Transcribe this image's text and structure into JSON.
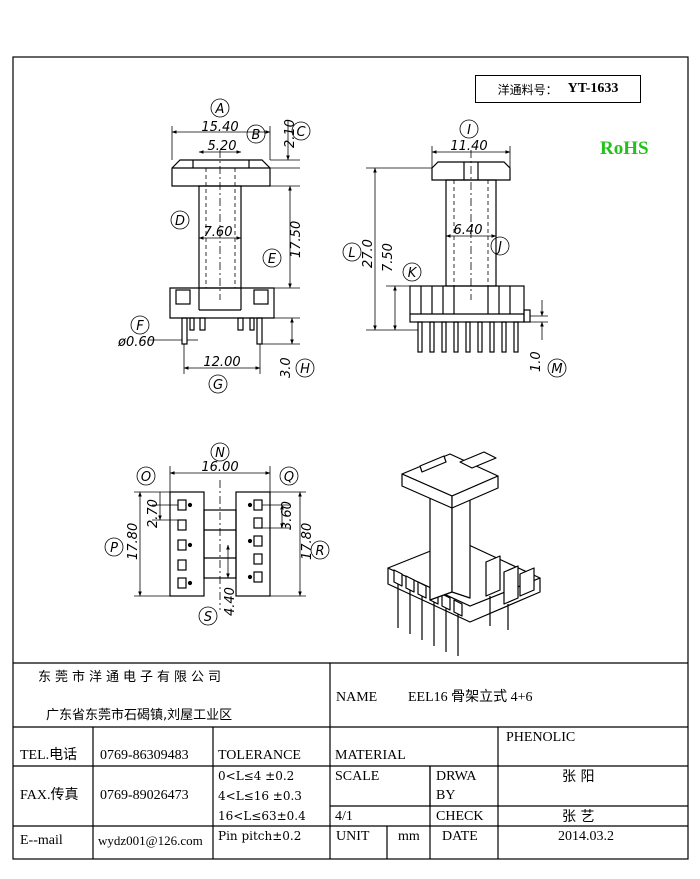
{
  "part_box": {
    "label": "洋通料号：",
    "value": "YT-1633"
  },
  "rohs": "RoHS",
  "dims": {
    "front": {
      "A": "15.40",
      "B": "5.20",
      "C": "2.10",
      "D": "7.60",
      "E": "17.50",
      "F": "ø0.60",
      "G": "12.00",
      "H": "3.0"
    },
    "side": {
      "I": "11.40",
      "J": "6.40",
      "L": "27.0",
      "K": "7.50",
      "M": "1.0"
    },
    "bottom": {
      "N": "16.00",
      "O": "2.70",
      "P": "17.80",
      "Q": "3.60",
      "R": "17.80",
      "S": "4.40"
    }
  },
  "title_block": {
    "company": "东莞市洋通电子有限公司",
    "address": "广东省东莞市石碣镇,刘屋工业区",
    "name_label": "NAME",
    "name_value": "EEL16 骨架立式 4+6",
    "tel_label": "TEL.电话",
    "tel_value": "0769-86309483",
    "tolerance_label": "TOLERANCE",
    "material_label": "MATERIAL",
    "material_value": "PHENOLIC",
    "fax_label": "FAX.传真",
    "fax_value": "0769-89026473",
    "tol1": "0<L≤4  ±0.2",
    "tol2": "4<L≤16  ±0.3",
    "tol3": "16<L≤63±0.4",
    "tol4": "Pin pitch±0.2",
    "scale_label": "SCALE",
    "scale_value": "4/1",
    "drawn_label1": "DRWA",
    "drawn_label2": "BY",
    "drawn_value": "张 阳",
    "check_label": "CHECK",
    "check_value": "张 艺",
    "email_label": "E--mail",
    "email_value": "wydz001@126.com",
    "unit_label": "UNIT",
    "unit_value": "mm",
    "date_label": "DATE",
    "date_value": "2014.03.2"
  }
}
